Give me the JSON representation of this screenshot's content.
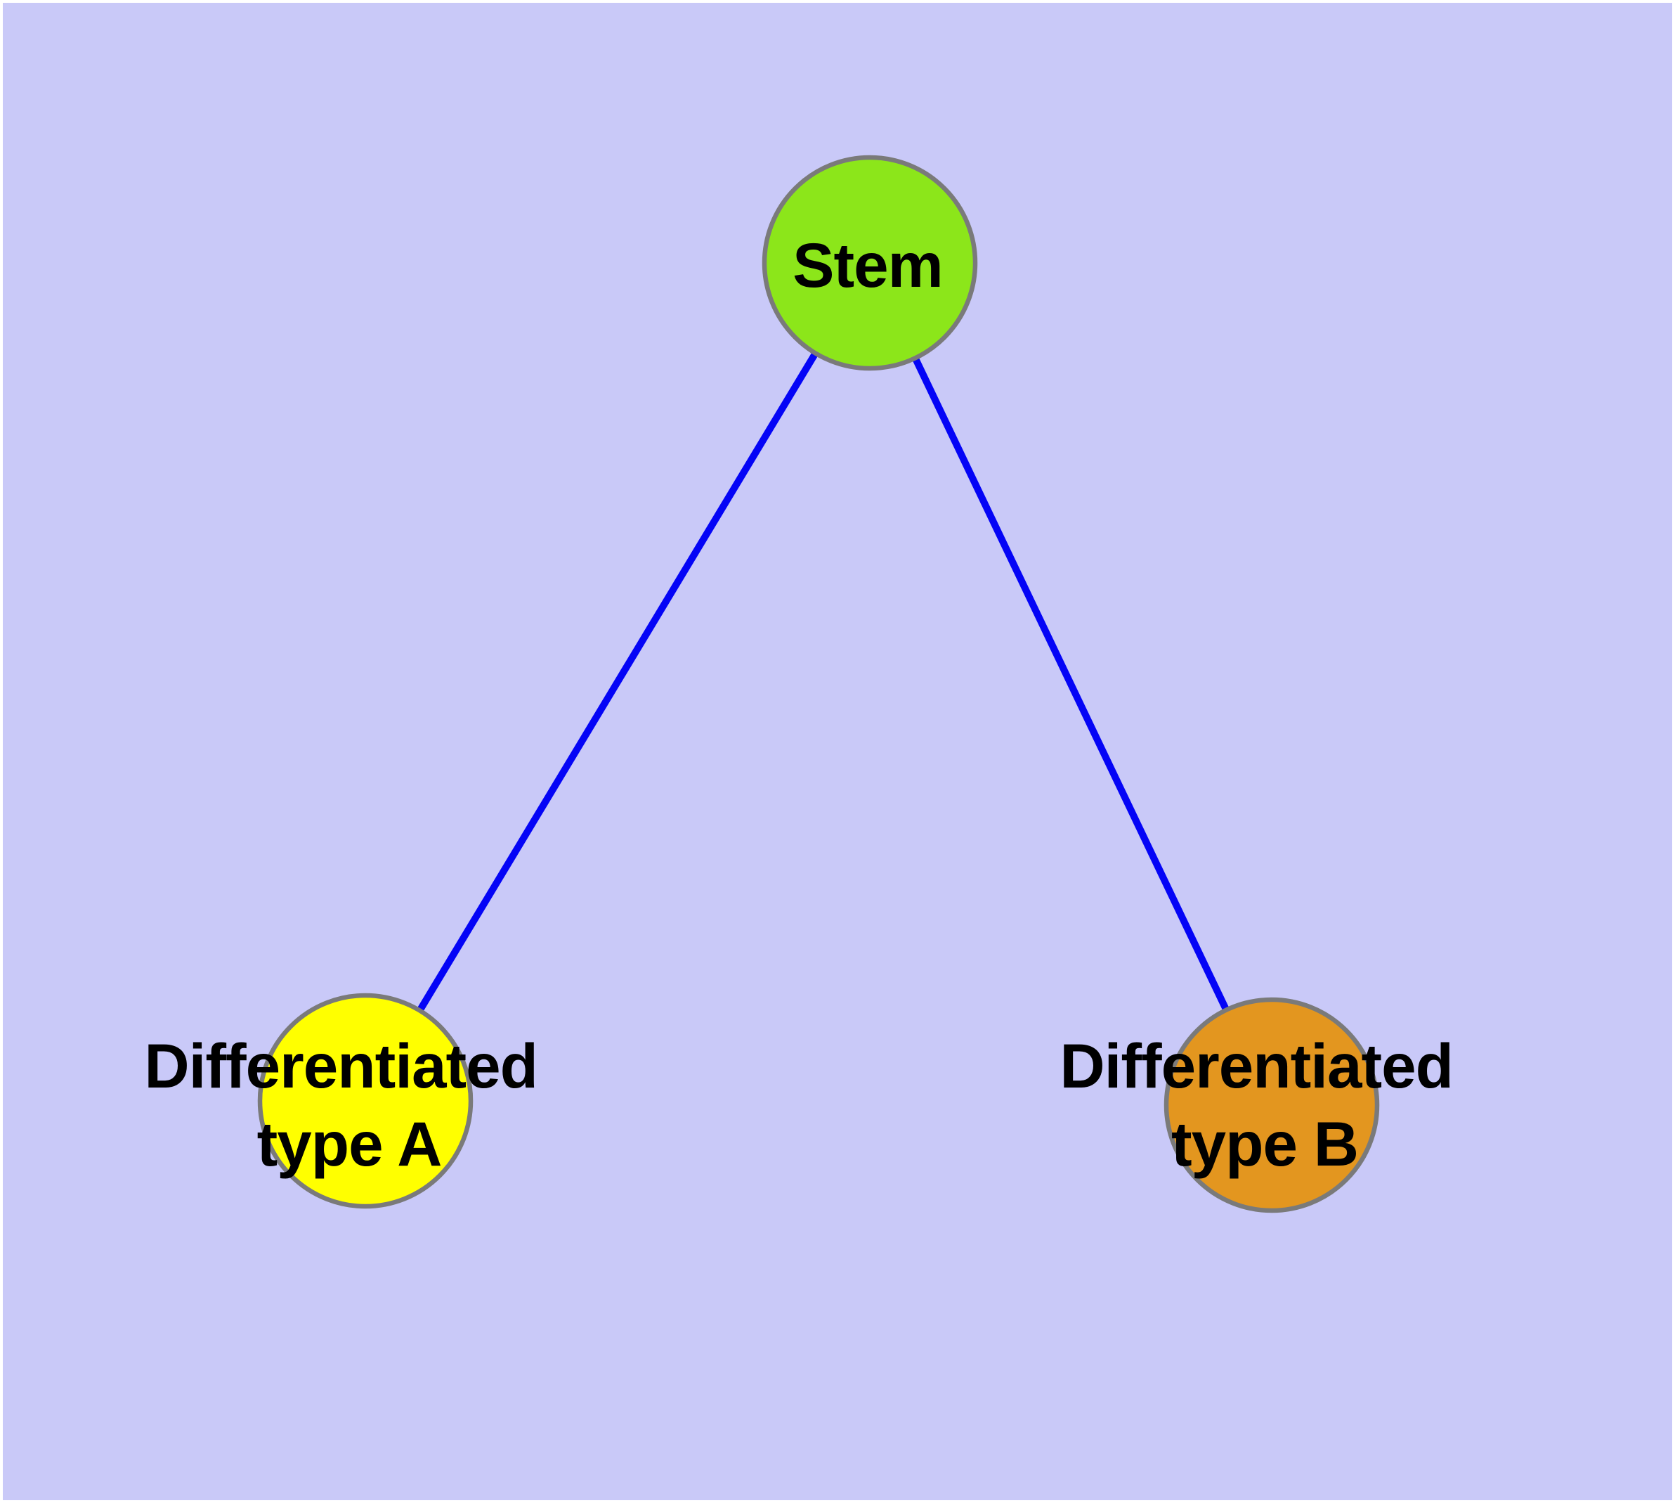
{
  "diagram": {
    "background_color": "#c9c9f8",
    "page_margin_color": "#ffffff",
    "edge_color": "#0404f6",
    "node_border_color": "#7a7a7a",
    "label_color": "#000000",
    "nodes": {
      "stem": {
        "label": "Stem",
        "fill": "#8ce61a"
      },
      "type_a": {
        "label_line1": "Differentiated",
        "label_line2": "type A",
        "fill": "#ffff00"
      },
      "type_b": {
        "label_line1": "Differentiated",
        "label_line2": "type B",
        "fill": "#e3961f"
      }
    },
    "edges": [
      {
        "from": "Stem",
        "to": "Differentiated type A"
      },
      {
        "from": "Stem",
        "to": "Differentiated type B"
      }
    ]
  }
}
